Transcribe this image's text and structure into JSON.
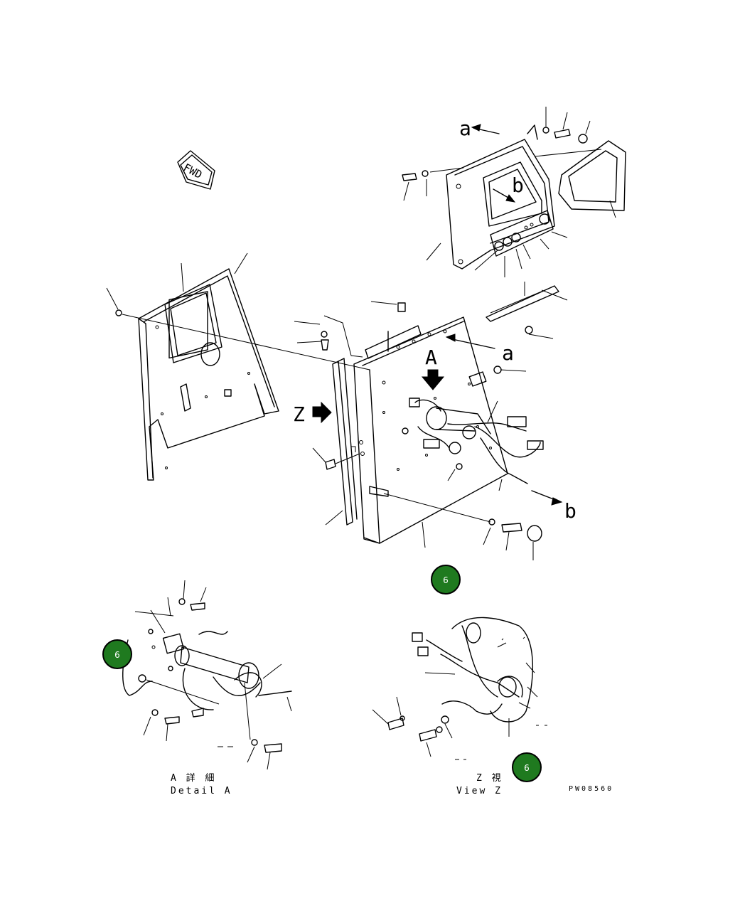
{
  "fwd_tag": "FWD",
  "labels": {
    "a": "a",
    "b": "b",
    "A": "A",
    "Z": "Z"
  },
  "badges": [
    "6",
    "6",
    "6"
  ],
  "badge_color": "#1f7a1f",
  "captions": {
    "detail_a_jp": "A 詳 細",
    "detail_a_en": "Detail A",
    "view_z_jp": "Z 視",
    "view_z_en": "View Z"
  },
  "drawing_number": "PW08560"
}
